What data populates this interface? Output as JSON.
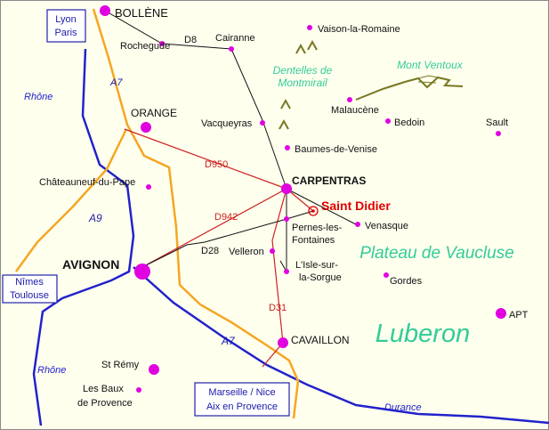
{
  "colors": {
    "background": "#ffffee",
    "frame": "#8a8a8a",
    "river": "#2222cc",
    "motorway": "#f5a623",
    "red_road": "#cc2222",
    "black_road": "#111111",
    "city": "#e000e0",
    "mountain": "#777722",
    "region_text": "#33cc99",
    "box_border": "#2222aa",
    "box_text": "#1a1aaa",
    "saint_didier": "#e00000"
  },
  "cities": [
    {
      "id": "bollene",
      "label": "BOLLÈNE",
      "size": "major"
    },
    {
      "id": "rochegude",
      "label": "Rochegude",
      "size": "minor"
    },
    {
      "id": "cairanne",
      "label": "Cairanne",
      "size": "minor"
    },
    {
      "id": "vaison",
      "label": "Vaison-la-Romaine",
      "size": "minor"
    },
    {
      "id": "orange",
      "label": "ORANGE",
      "size": "major"
    },
    {
      "id": "vacqueyras",
      "label": "Vacqueyras",
      "size": "minor"
    },
    {
      "id": "malaucene",
      "label": "Malaucène",
      "size": "minor"
    },
    {
      "id": "bedoin",
      "label": "Bedoin",
      "size": "minor"
    },
    {
      "id": "sault",
      "label": "Sault",
      "size": "minor"
    },
    {
      "id": "baumes",
      "label": "Baumes-de-Venise",
      "size": "minor"
    },
    {
      "id": "chateauneuf",
      "label": "Châteauneuf-du-Pape",
      "size": "minor"
    },
    {
      "id": "carpentras",
      "label": "CARPENTRAS",
      "size": "major"
    },
    {
      "id": "venasque",
      "label": "Venasque",
      "size": "minor"
    },
    {
      "id": "pernes1",
      "label": "Pernes-les-",
      "size": "minor"
    },
    {
      "id": "pernes2",
      "label": "Fontaines",
      "size": "none"
    },
    {
      "id": "velleron",
      "label": "Velleron",
      "size": "minor"
    },
    {
      "id": "avignon",
      "label": "AVIGNON",
      "size": "major"
    },
    {
      "id": "isle1",
      "label": "L'Isle-sur-",
      "size": "minor"
    },
    {
      "id": "isle2",
      "label": "la-Sorgue",
      "size": "none"
    },
    {
      "id": "gordes",
      "label": "Gordes",
      "size": "minor"
    },
    {
      "id": "apt",
      "label": "APT",
      "size": "major"
    },
    {
      "id": "cavaillon",
      "label": "CAVAILLON",
      "size": "major"
    },
    {
      "id": "stremy",
      "label": "St Rémy",
      "size": "major"
    },
    {
      "id": "lesbaux1",
      "label": "Les Baux",
      "size": "minor"
    },
    {
      "id": "lesbaux2",
      "label": "de Provence",
      "size": "none"
    }
  ],
  "highlight": {
    "label": "Saint Didier"
  },
  "roads": [
    {
      "id": "d8",
      "label": "D8"
    },
    {
      "id": "d950",
      "label": "D950"
    },
    {
      "id": "d942",
      "label": "D942"
    },
    {
      "id": "d28",
      "label": "D28"
    },
    {
      "id": "d31",
      "label": "D31"
    },
    {
      "id": "a7n",
      "label": "A7"
    },
    {
      "id": "a7s",
      "label": "A7"
    },
    {
      "id": "a9",
      "label": "A9"
    }
  ],
  "rivers": [
    {
      "id": "rhone_n",
      "label": "Rhône"
    },
    {
      "id": "rhone_s",
      "label": "Rhône"
    },
    {
      "id": "durance",
      "label": "Durance"
    }
  ],
  "regions": [
    {
      "id": "dentelles1",
      "label": "Dentelles de"
    },
    {
      "id": "dentelles2",
      "label": "Montmirail"
    },
    {
      "id": "ventoux",
      "label": "Mont Ventoux"
    },
    {
      "id": "plateau",
      "label": "Plateau de Vaucluse"
    },
    {
      "id": "luberon",
      "label": "Luberon"
    }
  ],
  "direction_boxes": [
    {
      "id": "lyon",
      "lines": [
        "Lyon",
        "Paris"
      ]
    },
    {
      "id": "nimes",
      "lines": [
        "Nîmes",
        "Toulouse"
      ]
    },
    {
      "id": "marseille",
      "lines": [
        "Marseille / Nice",
        "Aix en Provence"
      ]
    }
  ]
}
